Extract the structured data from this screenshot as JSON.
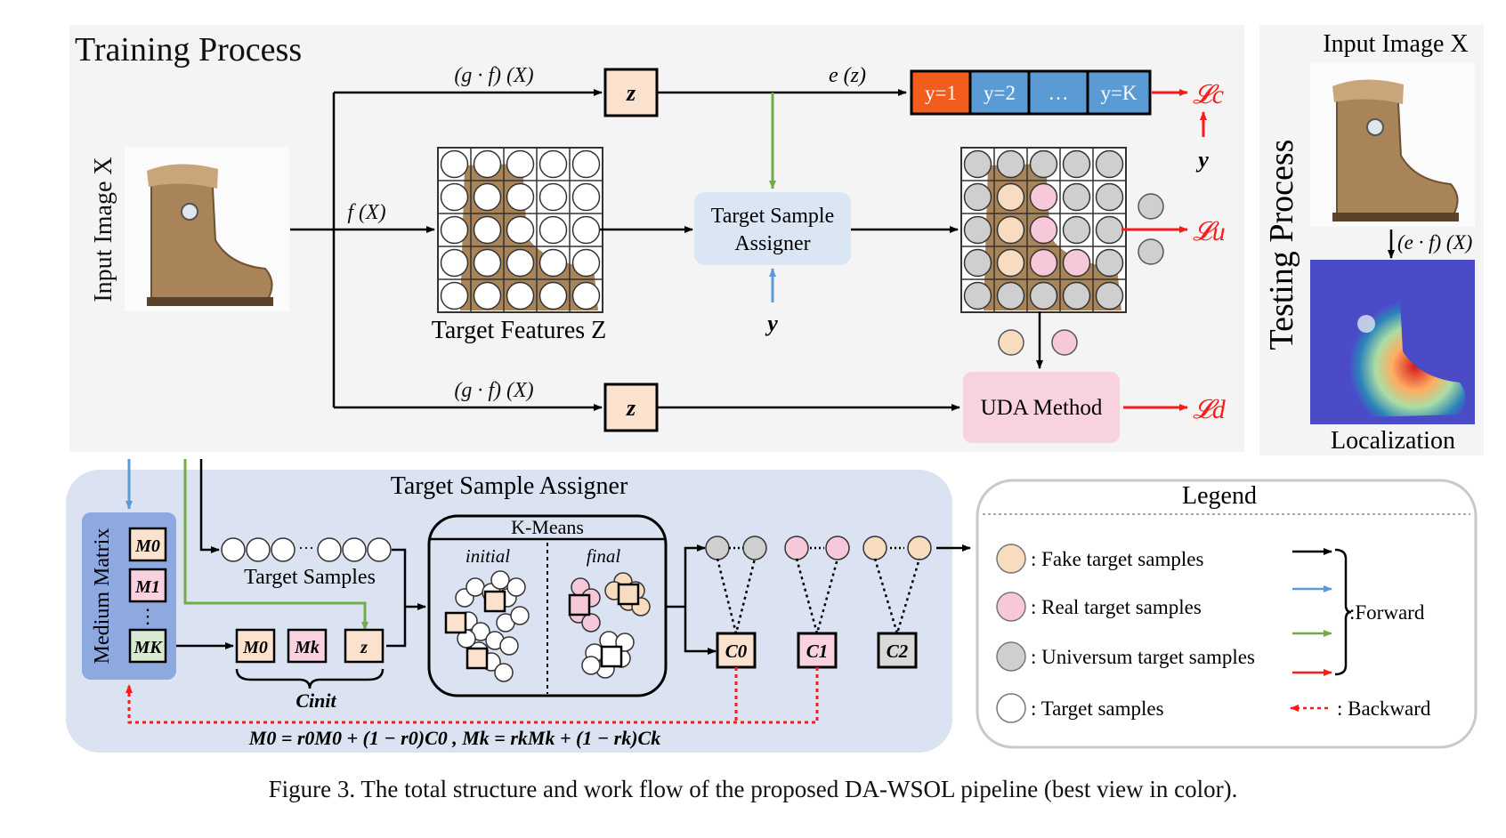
{
  "training": {
    "title": "Training Process",
    "input_label": "Input Image X",
    "gf_top": "(g · f) (X)",
    "gf_bottom": "(g · f) (X)",
    "fx": "f (X)",
    "ez": "e (z)",
    "z": "z",
    "classes": [
      "y=1",
      "y=2",
      "…",
      "y=K"
    ],
    "y": "y",
    "target_features": "Target Features Z",
    "assigner_box": [
      "Target Sample",
      "Assigner"
    ],
    "uda": "UDA Method",
    "loss_c": "𝓛c",
    "loss_u": "𝓛u",
    "loss_d": "𝓛d"
  },
  "testing": {
    "title": "Testing Process",
    "input_label": "Input Image X",
    "ef": "(e · f) (X)",
    "localization": "Localization"
  },
  "assigner": {
    "title": "Target Sample Assigner",
    "medium_matrix": "Medium Matrix",
    "matrix_items": [
      "M0",
      "M1",
      "MK"
    ],
    "target_samples": "Target Samples",
    "cinit": "Cinit",
    "init_items": [
      "M0",
      "Mk",
      "z"
    ],
    "kmeans": "K-Means",
    "initial": "initial",
    "final": "final",
    "centers": [
      "C0",
      "C1",
      "C2"
    ],
    "update_rule": "M0 = r0M0 + (1 − r0)C0 ,   Mk = rkMk + (1 − rk)Ck"
  },
  "legend": {
    "title": "Legend",
    "items": [
      ": Fake target samples",
      ": Real target samples",
      ": Universum target samples",
      ": Target samples"
    ],
    "forward": ":Forward",
    "backward": ": Backward"
  },
  "caption": "Figure 3. The total structure and work flow of the proposed DA-WSOL pipeline (best view in color).",
  "colors": {
    "fake": "#f7dcc0",
    "real": "#f6c8d9",
    "universum": "#cfcfcf",
    "forward_blue": "#5b9bd5",
    "forward_green": "#70ad47",
    "red": "#ff1a1a",
    "class_orange": "#f25c1c",
    "class_blue": "#5a9bd5",
    "panel_gray": "#f4f4f4",
    "panel_blue": "#dbe3f3"
  }
}
